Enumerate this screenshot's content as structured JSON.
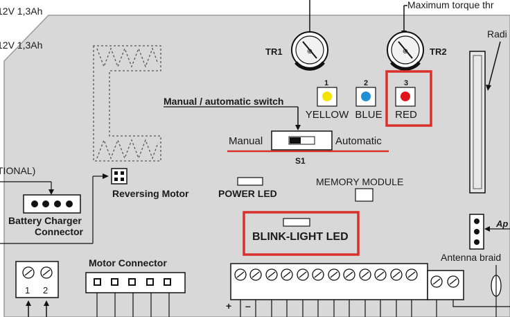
{
  "labels": {
    "battery_top": "12V 1,3Ah",
    "battery_mid": "12V 1,3Ah",
    "max_torque": "Maximum torque thr",
    "radio": "Radi",
    "tr1": "TR1",
    "tr2": "TR2",
    "manual_auto_switch": "Manual / automatic switch",
    "manual": "Manual",
    "automatic": "Automatic",
    "s1": "S1",
    "optional": "TIONAL)",
    "reversing_motor": "Reversing Motor",
    "battery_charger_line1": "Battery Charger",
    "battery_charger_line2": "Connector",
    "power_led": "POWER LED",
    "memory_module": "MEMORY MODULE",
    "blink_light_led": "BLINK-LIGHT LED",
    "antenna_braid": "Antenna braid",
    "ap": "Ap",
    "motor_connector": "Motor Connector",
    "plus": "+",
    "minus": "–"
  },
  "leds": [
    {
      "number": "1",
      "label": "YELLOW",
      "color": "#f5e400"
    },
    {
      "number": "2",
      "label": "BLUE",
      "color": "#1f8fd6"
    },
    {
      "number": "3",
      "label": "RED",
      "color": "#e0151b"
    }
  ],
  "terminals_left": [
    "1",
    "2"
  ],
  "highlight_color": "#d9302b"
}
